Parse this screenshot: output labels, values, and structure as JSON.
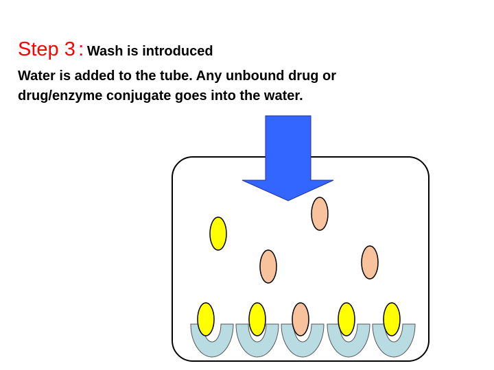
{
  "slide": {
    "step_label": "Step 3",
    "separator": ":",
    "step_title": "Wash is introduced",
    "caption_line1": "Water is added to the tube. Any unbound drug or",
    "caption_line2": "drug/enzyme conjugate goes into the water."
  },
  "colors": {
    "step_label": "#ff0000",
    "arrow": "#3366ff",
    "drug": "#ffff00",
    "conjugate": "#f8c29c",
    "antibody": "#b9dce3",
    "outline": "#000000"
  },
  "diagram": {
    "container": "tube",
    "arrow_icon": "down-arrow",
    "free_molecules": [
      {
        "kind": "drug"
      },
      {
        "kind": "conjugate"
      },
      {
        "kind": "conjugate"
      },
      {
        "kind": "conjugate"
      }
    ],
    "bound_molecules": [
      {
        "kind": "drug"
      },
      {
        "kind": "drug"
      },
      {
        "kind": "conjugate"
      },
      {
        "kind": "drug"
      },
      {
        "kind": "drug"
      }
    ]
  }
}
